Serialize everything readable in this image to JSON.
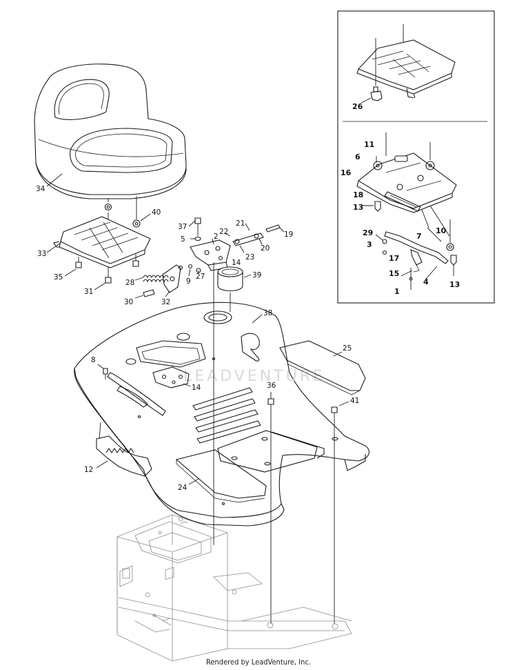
{
  "watermark": "LEADVENTURE",
  "footer": "Rendered by LeadVenture, Inc.",
  "callouts_main": [
    {
      "id": "c34",
      "label": "34"
    },
    {
      "id": "c40",
      "label": "40"
    },
    {
      "id": "c33",
      "label": "33"
    },
    {
      "id": "c35",
      "label": "35"
    },
    {
      "id": "c31",
      "label": "31"
    },
    {
      "id": "c37",
      "label": "37"
    },
    {
      "id": "c5",
      "label": "5"
    },
    {
      "id": "c22",
      "label": "22"
    },
    {
      "id": "c2",
      "label": "2"
    },
    {
      "id": "c21",
      "label": "21"
    },
    {
      "id": "c19",
      "label": "19"
    },
    {
      "id": "c20",
      "label": "20"
    },
    {
      "id": "c23",
      "label": "23"
    },
    {
      "id": "c14a",
      "label": "14"
    },
    {
      "id": "c28",
      "label": "28"
    },
    {
      "id": "c9",
      "label": "9"
    },
    {
      "id": "c27",
      "label": "27"
    },
    {
      "id": "c30",
      "label": "30"
    },
    {
      "id": "c32",
      "label": "32"
    },
    {
      "id": "c39",
      "label": "39"
    },
    {
      "id": "c38",
      "label": "38"
    },
    {
      "id": "c8",
      "label": "8"
    },
    {
      "id": "c25",
      "label": "25"
    },
    {
      "id": "c14b",
      "label": "14"
    },
    {
      "id": "c36",
      "label": "36"
    },
    {
      "id": "c41",
      "label": "41"
    },
    {
      "id": "c12",
      "label": "12"
    },
    {
      "id": "c24",
      "label": "24"
    }
  ],
  "callouts_inset": [
    {
      "id": "i26",
      "label": "26"
    },
    {
      "id": "i11",
      "label": "11"
    },
    {
      "id": "i6",
      "label": "6"
    },
    {
      "id": "i16",
      "label": "16"
    },
    {
      "id": "i18",
      "label": "18"
    },
    {
      "id": "i13a",
      "label": "13"
    },
    {
      "id": "i29",
      "label": "29"
    },
    {
      "id": "i3",
      "label": "3"
    },
    {
      "id": "i7",
      "label": "7"
    },
    {
      "id": "i10",
      "label": "10"
    },
    {
      "id": "i17",
      "label": "17"
    },
    {
      "id": "i15",
      "label": "15"
    },
    {
      "id": "i4",
      "label": "4"
    },
    {
      "id": "i13b",
      "label": "13"
    },
    {
      "id": "i1",
      "label": "1"
    }
  ]
}
